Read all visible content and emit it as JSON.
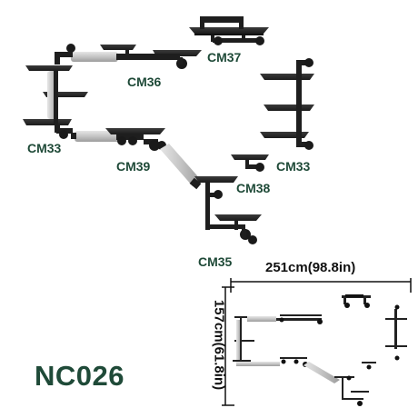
{
  "colors": {
    "label": "#1f4a38",
    "shelf": "#2b2b2b",
    "pipe": "#1e1e1e",
    "tube": "#c9c9c9",
    "dimension": "#111111"
  },
  "module_labels": {
    "cm37": "CM37",
    "cm36": "CM36",
    "cm33_left": "CM33",
    "cm33_right": "CM33",
    "cm39": "CM39",
    "cm38": "CM38",
    "cm35": "CM35"
  },
  "dimensions": {
    "width": "251cm(98.8in)",
    "height": "157cm(61.8in)"
  },
  "product_code": "NC026"
}
